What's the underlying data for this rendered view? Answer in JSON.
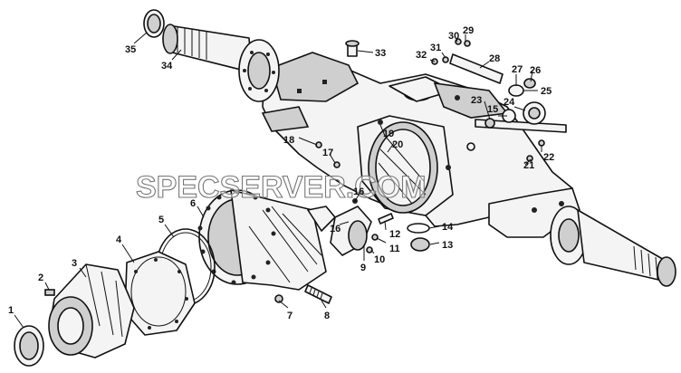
{
  "watermark": "SPECSERVER.COM",
  "callouts": [
    {
      "id": "c1",
      "label": "1"
    },
    {
      "id": "c2",
      "label": "2"
    },
    {
      "id": "c3",
      "label": "3"
    },
    {
      "id": "c4",
      "label": "4"
    },
    {
      "id": "c5",
      "label": "5"
    },
    {
      "id": "c6",
      "label": "6"
    },
    {
      "id": "c7",
      "label": "7"
    },
    {
      "id": "c8",
      "label": "8"
    },
    {
      "id": "c9",
      "label": "9"
    },
    {
      "id": "c10",
      "label": "10"
    },
    {
      "id": "c11",
      "label": "11"
    },
    {
      "id": "c12",
      "label": "12"
    },
    {
      "id": "c13",
      "label": "13"
    },
    {
      "id": "c14",
      "label": "14"
    },
    {
      "id": "c15",
      "label": "15"
    },
    {
      "id": "c16a",
      "label": "16"
    },
    {
      "id": "c16b",
      "label": "16"
    },
    {
      "id": "c17",
      "label": "17"
    },
    {
      "id": "c18",
      "label": "18"
    },
    {
      "id": "c19",
      "label": "19"
    },
    {
      "id": "c20",
      "label": "20"
    },
    {
      "id": "c21",
      "label": "21"
    },
    {
      "id": "c22",
      "label": "22"
    },
    {
      "id": "c23",
      "label": "23"
    },
    {
      "id": "c24",
      "label": "24"
    },
    {
      "id": "c25",
      "label": "25"
    },
    {
      "id": "c26",
      "label": "26"
    },
    {
      "id": "c27",
      "label": "27"
    },
    {
      "id": "c28",
      "label": "28"
    },
    {
      "id": "c29",
      "label": "29"
    },
    {
      "id": "c30",
      "label": "30"
    },
    {
      "id": "c31",
      "label": "31"
    },
    {
      "id": "c32",
      "label": "32"
    },
    {
      "id": "c33",
      "label": "33"
    },
    {
      "id": "c34",
      "label": "34"
    },
    {
      "id": "c35",
      "label": "35"
    }
  ]
}
